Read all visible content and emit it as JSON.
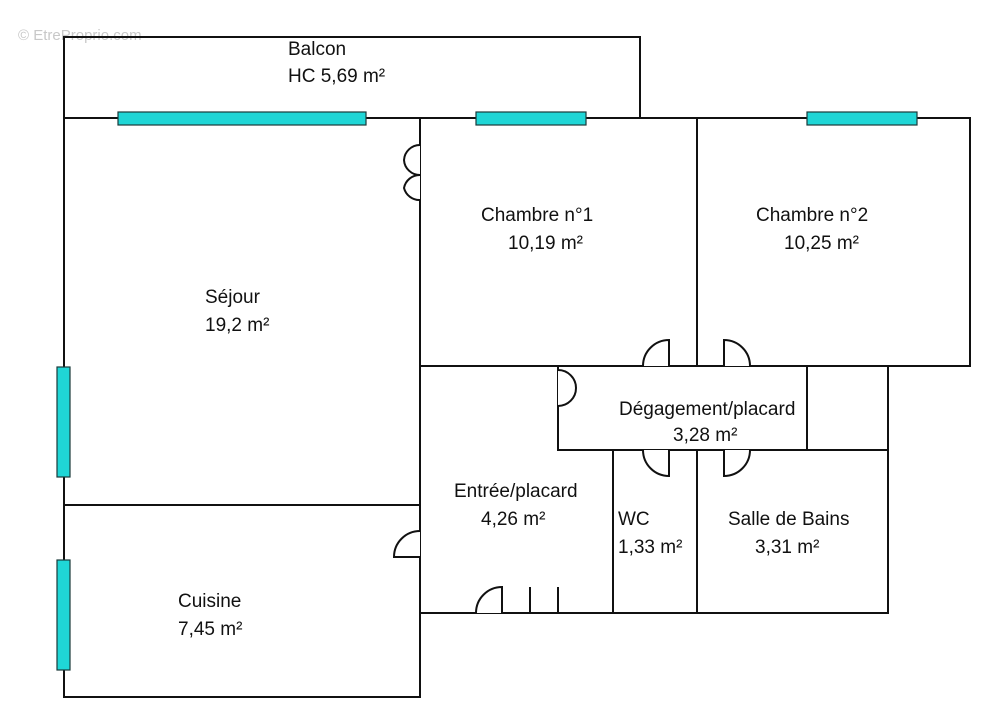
{
  "watermark": "© EtreProprio.com",
  "colors": {
    "window": "#1fd6d6",
    "wall": "#111111",
    "background": "#ffffff"
  },
  "rooms": {
    "balcon": {
      "name": "Balcon",
      "area": "HC   5,69  m²"
    },
    "sejour": {
      "name": "Séjour",
      "area": "19,2  m²"
    },
    "chambre1": {
      "name": "Chambre n°1",
      "area": "10,19  m²"
    },
    "chambre2": {
      "name": "Chambre n°2",
      "area": "10,25  m²"
    },
    "degagement": {
      "name": "Dégagement/placard",
      "area": "3,28  m²"
    },
    "entree": {
      "name": "Entrée/placard",
      "area": "4,26  m²"
    },
    "wc": {
      "name": "WC",
      "area": "1,33  m²"
    },
    "sdb": {
      "name": "Salle de Bains",
      "area": "3,31  m²"
    },
    "cuisine": {
      "name": "Cuisine",
      "area": "7,45  m²"
    }
  }
}
